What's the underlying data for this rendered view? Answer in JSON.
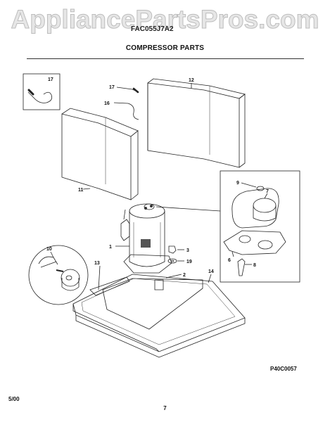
{
  "watermark": "AppliancePartsPros.com",
  "header": {
    "model": "FAC055J7A2",
    "title": "COMPRESSOR PARTS"
  },
  "diagram_code": "P40C0057",
  "footer": {
    "date": "5/00",
    "page_number": "7"
  },
  "callouts": {
    "c1": "1",
    "c2": "2",
    "c3": "3",
    "c6": "6",
    "c7": "7",
    "c8": "8",
    "c9": "9",
    "c10": "10",
    "c11": "11",
    "c12": "12",
    "c13": "13",
    "c14": "14",
    "c16": "16",
    "c17a": "17",
    "c17b": "17",
    "c19": "19"
  }
}
